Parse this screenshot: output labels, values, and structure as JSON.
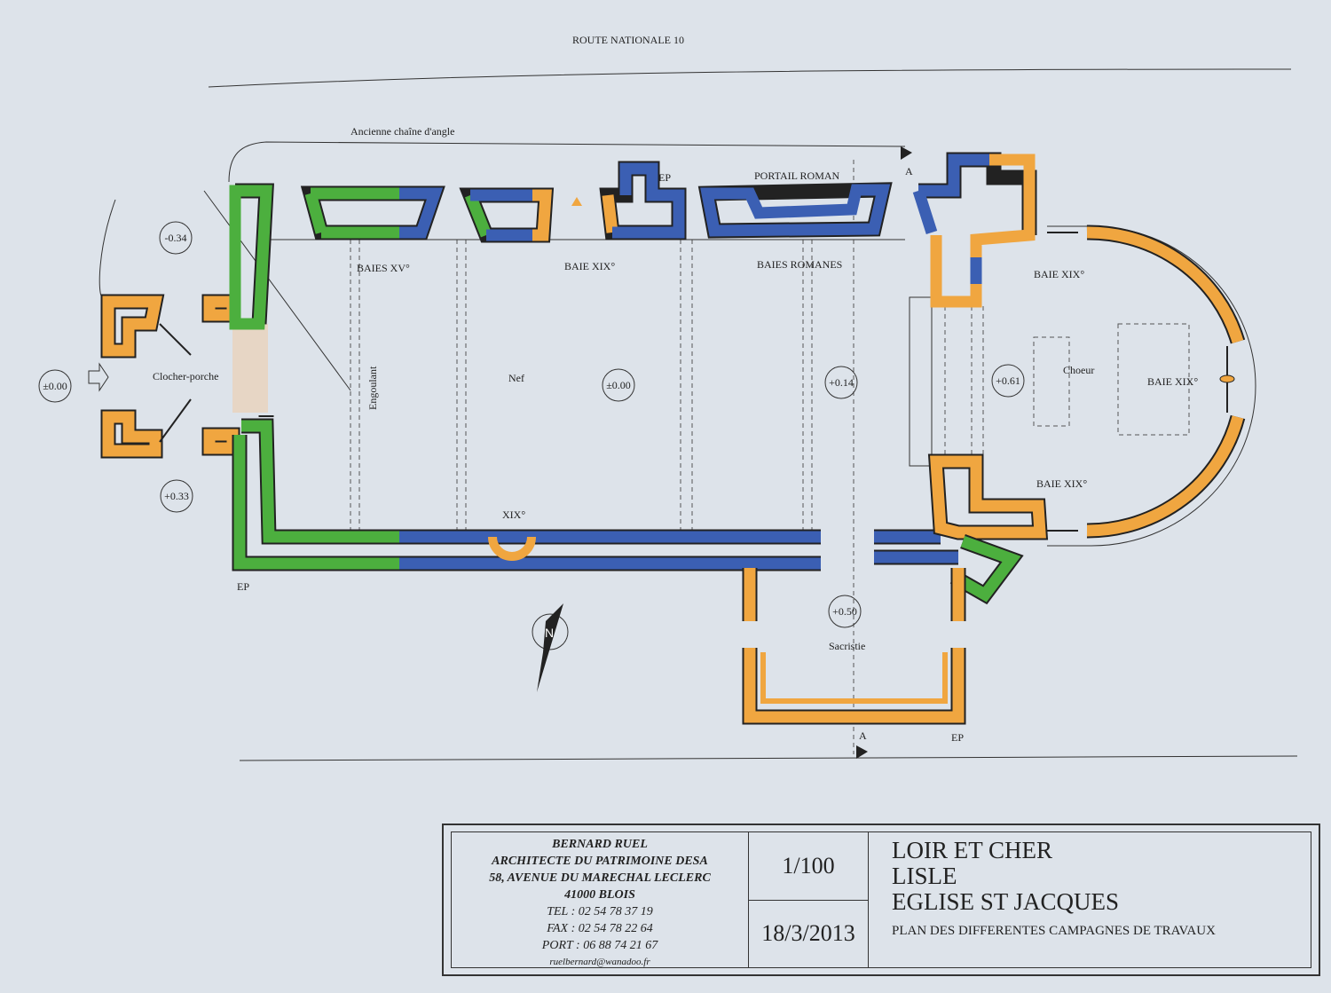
{
  "road_label": "ROUTE NATIONALE 10",
  "labels": {
    "ancienne_chaine": "Ancienne chaîne d'angle",
    "portail_roman": "PORTAIL ROMAN",
    "baies_xv": "BAIES XV°",
    "baie_xix_north": "BAIE XIX°",
    "baies_romanes": "BAIES ROMANES",
    "baie_xix_choir_n": "BAIE XIX°",
    "baie_xix_choir_e": "BAIE XIX°",
    "baie_xix_choir_s": "BAIE XIX°",
    "xix_south": "XIX°",
    "clocher_porche": "Clocher-porche",
    "engoulant": "Engoulant",
    "nef": "Nef",
    "choeur": "Choeur",
    "sacristie": "Sacristie",
    "ep": "EP",
    "section_a": "A"
  },
  "levels": {
    "porch_west": "±0.00",
    "porch_north": "-0.34",
    "porch_south": "+0.33",
    "nef": "±0.00",
    "transept": "+0.14",
    "choeur": "+0.61",
    "sacristie": "+0.50"
  },
  "legend_colors": {
    "green": "#4caf3e",
    "blue": "#3b5fb3",
    "orange": "#f0a640"
  },
  "title_block": {
    "architect": "BERNARD RUEL",
    "role": "ARCHITECTE DU PATRIMOINE DESA",
    "address": "58, AVENUE DU MARECHAL LECLERC",
    "city": "41000 BLOIS",
    "tel": "TEL : 02 54 78 37 19",
    "fax": "FAX : 02 54 78 22 64",
    "port": "PORT : 06 88 74 21 67",
    "email": "ruelbernard@wanadoo.fr",
    "scale": "1/100",
    "date": "18/3/2013",
    "department": "LOIR ET CHER",
    "town": "LISLE",
    "building": "EGLISE ST JACQUES",
    "plan_title": "PLAN DES DIFFERENTES CAMPAGNES DE TRAVAUX"
  }
}
